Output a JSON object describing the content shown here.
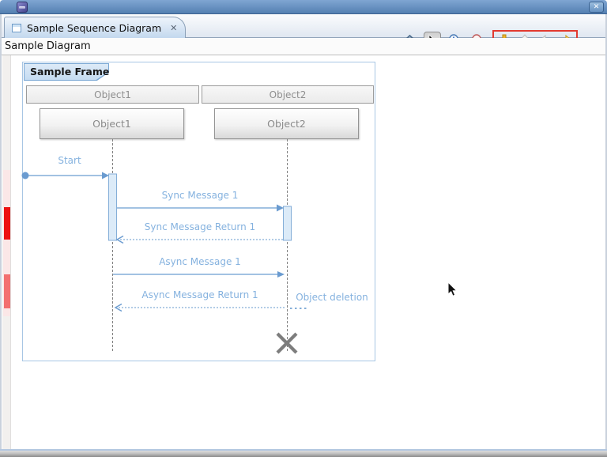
{
  "window": {
    "titlebar": {
      "app_icon": "eclipse-logo",
      "close_glyph": "✕"
    }
  },
  "tab_bar": {
    "active_tab": {
      "title": "Sample Sequence Diagram",
      "close_glyph": "✕"
    },
    "toolbar": {
      "buttons": [
        "home",
        "select-cursor",
        "zoom-in",
        "zoom-out",
        "nav-down",
        "nav-up",
        "nav-left",
        "nav-right",
        "menu-dropdown"
      ],
      "nav_group_highlight_color": "#e23a30"
    }
  },
  "breadcrumb": {
    "label": "Sample Diagram"
  },
  "diagram": {
    "frame_label": "Sample Frame",
    "participants": [
      {
        "header": "Object1",
        "name": "Object1"
      },
      {
        "header": "Object2",
        "name": "Object2"
      }
    ],
    "messages": {
      "start": "Start",
      "sync1": "Sync Message 1",
      "sync1_return": "Sync Message Return 1",
      "async1": "Async Message 1",
      "async1_return": "Async Message Return 1",
      "deletion": "Object deletion"
    },
    "colors": {
      "message_line": "#84aed8",
      "message_label": "#85b2df",
      "activation_fill": "#dcebf8",
      "frame_border": "#a8c6e4",
      "destroy_cross": "#7d7d7d",
      "ruler_marker_red": "#ed1111",
      "ruler_marker_salmon": "#f37070"
    }
  }
}
